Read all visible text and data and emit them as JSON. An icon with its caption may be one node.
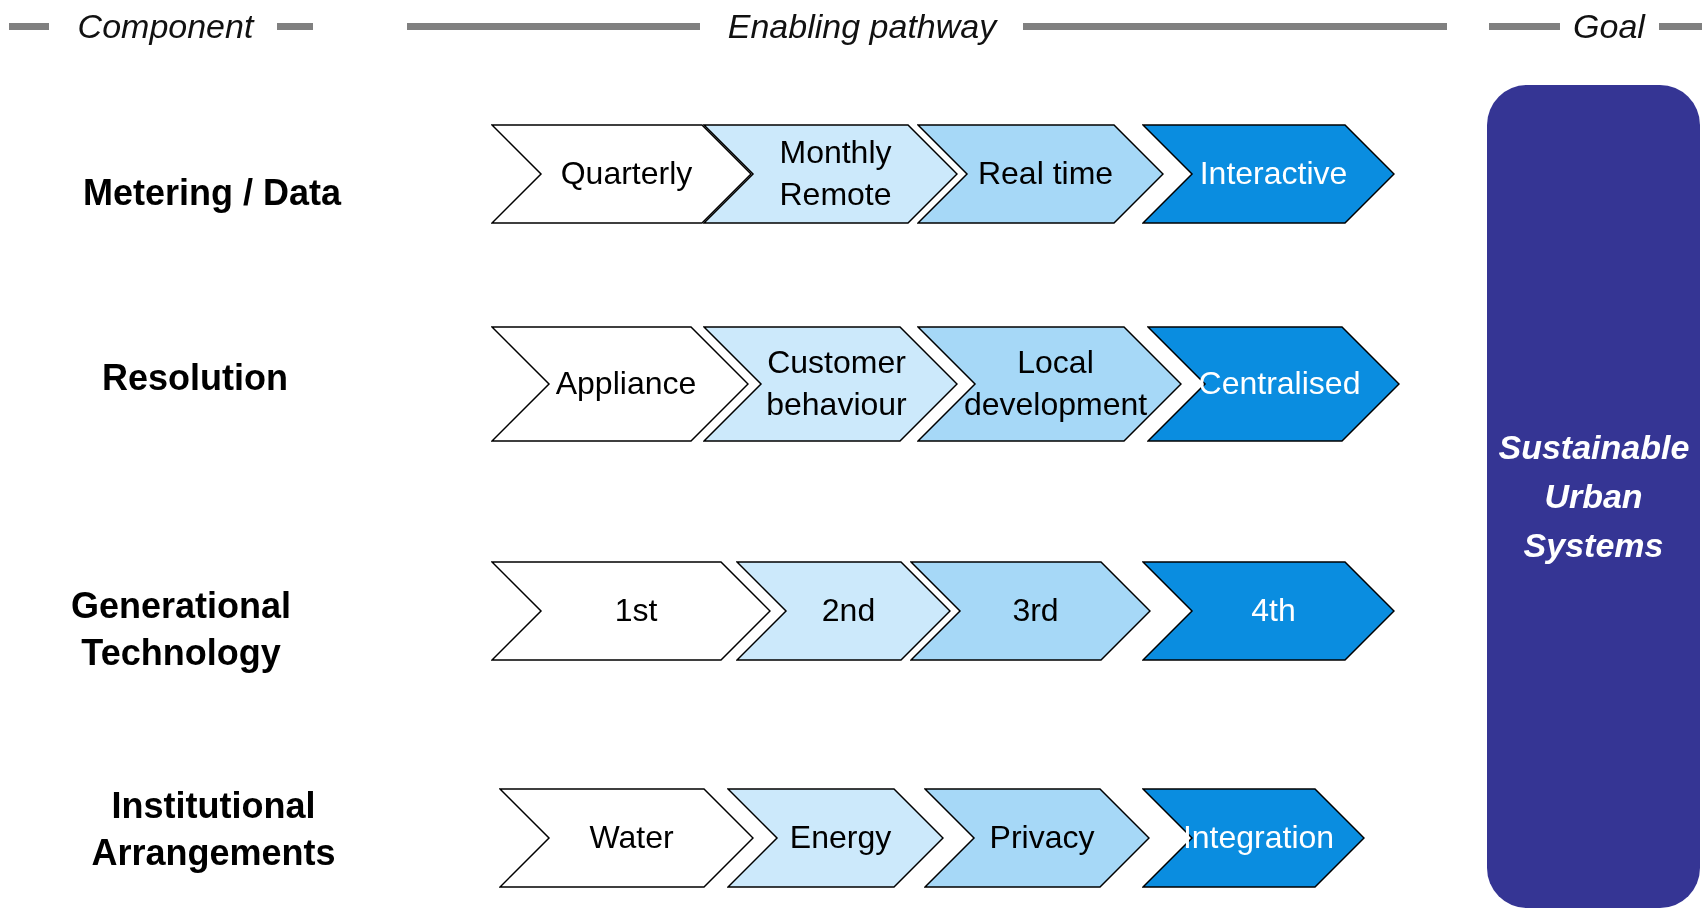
{
  "diagram": {
    "nodes": [
      {
        "text": [
          "Quarterly"
        ]
      },
      {
        "text": [
          "Monthly Remote"
        ]
      },
      {
        "text": [
          "Real time"
        ]
      },
      {
        "text": [
          "Interactive"
        ]
      },
      {
        "text": [
          "Appliance"
        ]
      },
      {
        "text": [
          "Customer behaviour"
        ]
      },
      {
        "text": [
          "Local development"
        ]
      },
      {
        "text": [
          "Centralised"
        ]
      },
      {
        "text": [
          "1st"
        ]
      },
      {
        "text": [
          "2nd"
        ]
      },
      {
        "text": [
          "3rd"
        ]
      },
      {
        "text": [
          "4th"
        ]
      },
      {
        "text": [
          "Water"
        ]
      },
      {
        "text": [
          "Energy"
        ]
      },
      {
        "text": [
          "Privacy"
        ]
      },
      {
        "text": [
          "Integration"
        ]
      },
      {
        "text": [
          "Sustainable Urban Systems"
        ]
      }
    ],
    "edges": [],
    "labels": [
      "Component",
      "Enabling pathway",
      "Goal",
      "Metering / Data",
      "Resolution",
      "Generational Technology",
      "Institutional Arrangements"
    ]
  }
}
